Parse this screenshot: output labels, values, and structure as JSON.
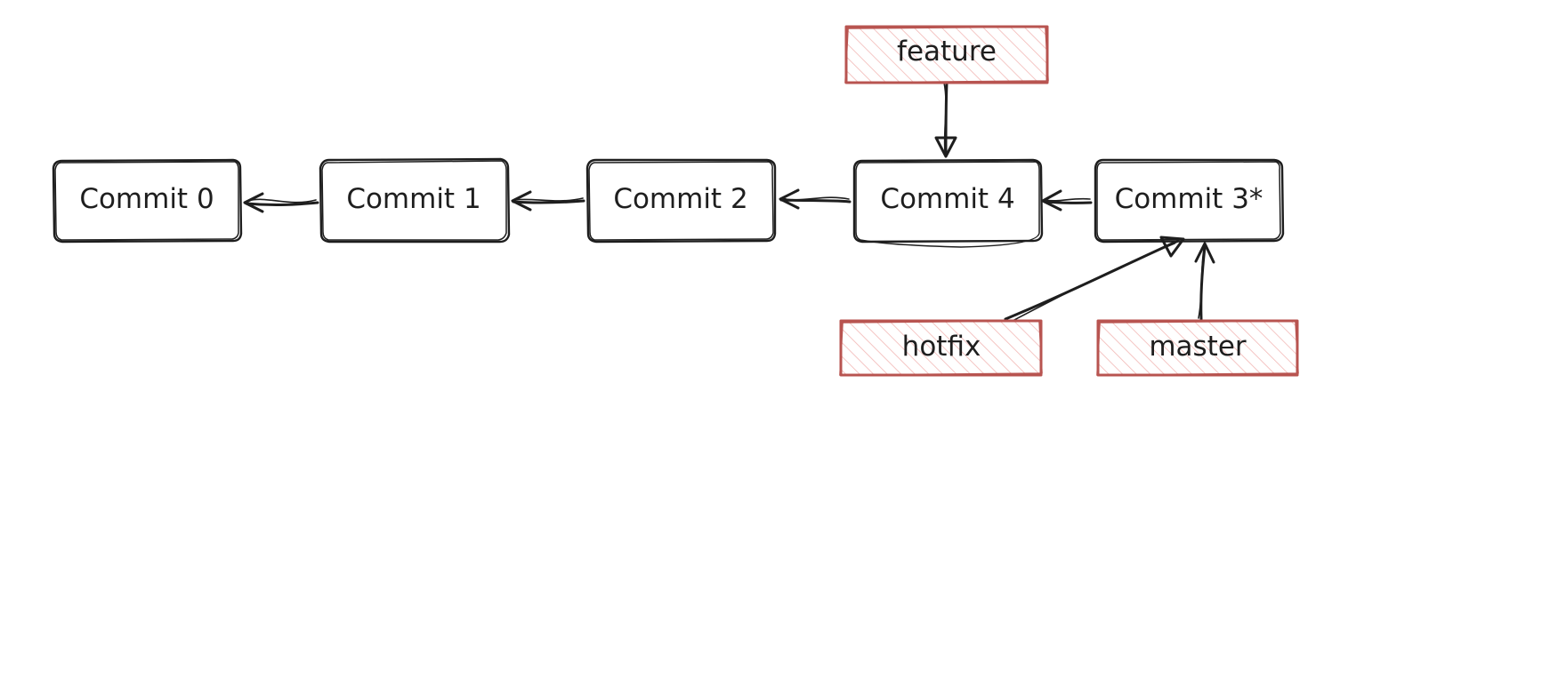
{
  "diagram": {
    "commits": [
      {
        "id": "c0",
        "label": "Commit 0"
      },
      {
        "id": "c1",
        "label": "Commit 1"
      },
      {
        "id": "c2",
        "label": "Commit 2"
      },
      {
        "id": "c4",
        "label": "Commit 4"
      },
      {
        "id": "c3",
        "label": "Commit 3*"
      }
    ],
    "branches": [
      {
        "id": "feature",
        "label": "feature",
        "points_to": "c4"
      },
      {
        "id": "hotfix",
        "label": "hotfix",
        "points_to": "c3"
      },
      {
        "id": "master",
        "label": "master",
        "points_to": "c3"
      }
    ],
    "parent_links": [
      {
        "from": "c1",
        "to": "c0"
      },
      {
        "from": "c2",
        "to": "c1"
      },
      {
        "from": "c4",
        "to": "c2"
      },
      {
        "from": "c3",
        "to": "c4"
      }
    ],
    "colors": {
      "commit_stroke": "#1e1e1e",
      "branch_stroke": "#b85450",
      "branch_hatch": "#f2b8b5",
      "background": "#ffffff"
    }
  }
}
